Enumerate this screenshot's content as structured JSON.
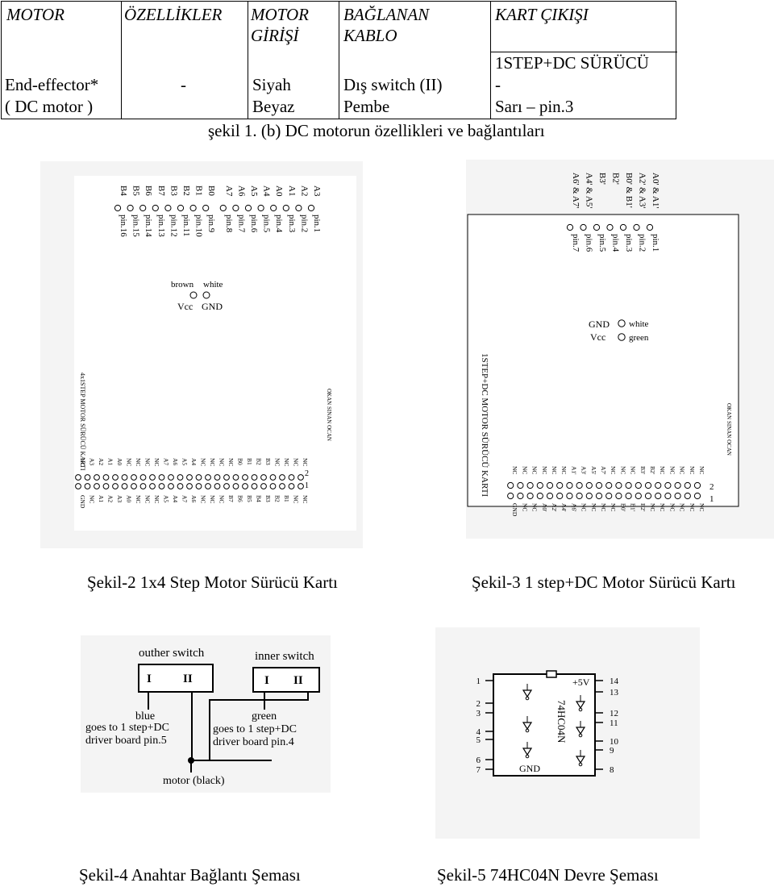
{
  "table": {
    "headers": [
      "MOTOR",
      "ÖZELLİKLER",
      "MOTOR GİRİŞİ",
      "BAĞLANAN KABLO",
      "KART ÇIKIŞI"
    ],
    "subheader": "1STEP+DC SÜRÜCÜ",
    "row": {
      "motor_line1": "End-effector*",
      "motor_line2": "( DC motor )",
      "features": "-",
      "input_line1": "Siyah",
      "input_line2": "Beyaz",
      "cable_line1": "Dış switch (II)",
      "cable_line2": "Pembe",
      "output_line1": "-",
      "output_line2": "Sarı – pin.3"
    }
  },
  "caption_table": "şekil 1. (b) DC motorun özellikleri ve bağlantıları",
  "fig2": {
    "caption": "Şekil-2 1x4 Step Motor Sürücü Kartı",
    "pins": [
      {
        "sig": "A3",
        "pin": "pin.1"
      },
      {
        "sig": "A2",
        "pin": "pin.2"
      },
      {
        "sig": "A1",
        "pin": "pin.3"
      },
      {
        "sig": "A0",
        "pin": "pin.4"
      },
      {
        "sig": "A4",
        "pin": "pin.5"
      },
      {
        "sig": "A5",
        "pin": "pin.6"
      },
      {
        "sig": "A6",
        "pin": "pin.7"
      },
      {
        "sig": "A7",
        "pin": "pin.8"
      },
      {
        "sig": "B0",
        "pin": "pin.9"
      },
      {
        "sig": "B1",
        "pin": "pin.10"
      },
      {
        "sig": "B2",
        "pin": "pin.11"
      },
      {
        "sig": "B3",
        "pin": "pin.12"
      },
      {
        "sig": "B7",
        "pin": "pin.13"
      },
      {
        "sig": "B6",
        "pin": "pin.14"
      },
      {
        "sig": "B5",
        "pin": "pin.15"
      },
      {
        "sig": "B4",
        "pin": "pin.16"
      }
    ],
    "power_top": [
      "brown",
      "white"
    ],
    "power_bottom": [
      "Vcc",
      "GND"
    ],
    "board_name": "4x1STEP MOTOR SÜRÜCÜ KARTI",
    "author": "OKAN SINAN OCAN",
    "row_numbers": [
      "2",
      "1"
    ],
    "header_row1": [
      "NC",
      "A3",
      "A2",
      "A1",
      "A0",
      "NC",
      "NC",
      "NC",
      "NC",
      "A7",
      "A6",
      "A5",
      "A4",
      "NC",
      "NC",
      "NC",
      "NC",
      "B0",
      "B1",
      "B2",
      "B3",
      "NC",
      "NC",
      "NC",
      "NC"
    ],
    "header_row2": [
      "GND",
      "NC",
      "A1",
      "A2",
      "A3",
      "A0",
      "NC",
      "NC",
      "NC",
      "A5",
      "A4",
      "A7",
      "A6",
      "NC",
      "NC",
      "NC",
      "B7",
      "B6",
      "B5",
      "B4",
      "B3",
      "B2",
      "B1",
      "NC",
      "NC"
    ]
  },
  "fig3": {
    "caption": "Şekil-3 1 step+DC Motor Sürücü Kartı",
    "pins": [
      {
        "sig": "A0' & A1'",
        "pin": "pin.1"
      },
      {
        "sig": "A2' & A3'",
        "pin": "pin.2"
      },
      {
        "sig": "B0' & B1'",
        "pin": "pin.3"
      },
      {
        "sig": "B2'",
        "pin": "pin.4"
      },
      {
        "sig": "B3'",
        "pin": "pin.5"
      },
      {
        "sig": "A4' & A5'",
        "pin": "pin.6"
      },
      {
        "sig": "A6' & A7'",
        "pin": "pin.7"
      }
    ],
    "power": [
      {
        "label": "GND",
        "wire": "white"
      },
      {
        "label": "Vcc",
        "wire": "green"
      }
    ],
    "board_name": "1STEP+DC MOTOR SÜRÜCÜ KARTI",
    "author": "OKAN SINAN OCAN",
    "row_numbers": [
      "2",
      "1"
    ],
    "header_row1": [
      "NC",
      "NC",
      "NC",
      "NC",
      "NC",
      "NC",
      "A1'",
      "A3'",
      "A5'",
      "A7'",
      "NC",
      "NC",
      "NC",
      "B3'",
      "B2'",
      "NC",
      "NC",
      "NC",
      "NC",
      "NC"
    ],
    "header_row2": [
      "GND",
      "NC",
      "NC",
      "A0'",
      "A2'",
      "A4'",
      "A6'",
      "NC",
      "NC",
      "NC",
      "NC",
      "B0'",
      "B1'",
      "B2'",
      "NC",
      "NC",
      "NC",
      "NC",
      "NC",
      "NC"
    ]
  },
  "fig4": {
    "caption": "Şekil-4 Anahtar Bağlantı Şeması",
    "outer_switch": "outher switch",
    "inner_switch": "inner switch",
    "terminal_1": "I",
    "terminal_2": "II",
    "blue_label": [
      "blue",
      "goes to 1 step+DC",
      "driver board pin.5"
    ],
    "green_label": [
      "green",
      "goes to 1 step+DC",
      "driver board pin.4"
    ],
    "motor_label": "motor (black)"
  },
  "fig5": {
    "caption": "Şekil-5 74HC04N Devre Şeması",
    "chip": "74HC04N",
    "vcc": "+5V",
    "gnd": "GND",
    "left_pins": [
      "1",
      "2",
      "3",
      "4",
      "5",
      "6",
      "7"
    ],
    "right_pins": [
      "14",
      "13",
      "12",
      "11",
      "10",
      "9",
      "8"
    ]
  }
}
